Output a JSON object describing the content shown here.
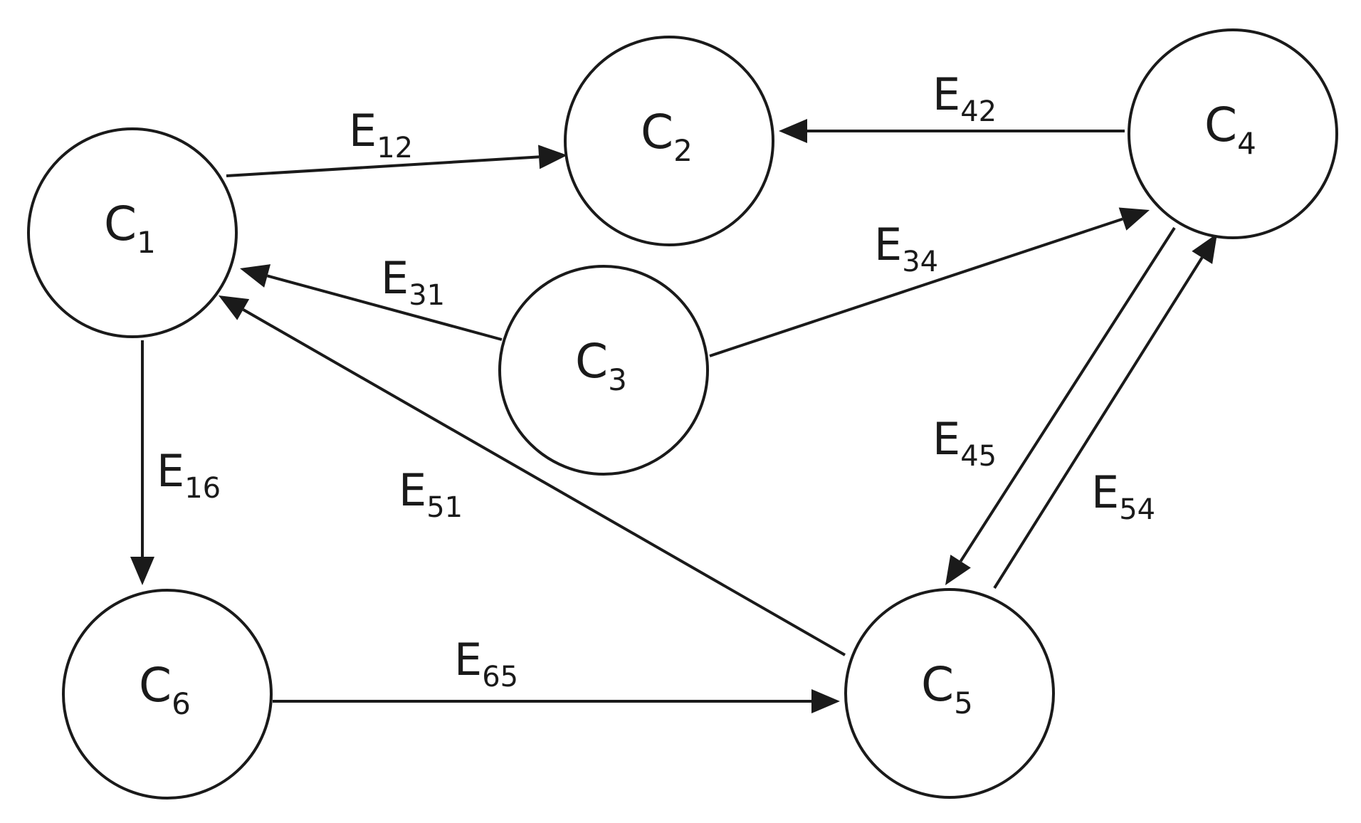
{
  "diagram": {
    "nodes": [
      {
        "id": "C1",
        "letter": "C",
        "sub": "1"
      },
      {
        "id": "C2",
        "letter": "C",
        "sub": "2"
      },
      {
        "id": "C3",
        "letter": "C",
        "sub": "3"
      },
      {
        "id": "C4",
        "letter": "C",
        "sub": "4"
      },
      {
        "id": "C5",
        "letter": "C",
        "sub": "5"
      },
      {
        "id": "C6",
        "letter": "C",
        "sub": "6"
      }
    ],
    "edges": [
      {
        "id": "E12",
        "from": "C1",
        "to": "C2",
        "letter": "E",
        "sub": "12"
      },
      {
        "id": "E42",
        "from": "C4",
        "to": "C2",
        "letter": "E",
        "sub": "42"
      },
      {
        "id": "E31",
        "from": "C3",
        "to": "C1",
        "letter": "E",
        "sub": "31"
      },
      {
        "id": "E34",
        "from": "C3",
        "to": "C4",
        "letter": "E",
        "sub": "34"
      },
      {
        "id": "E16",
        "from": "C1",
        "to": "C6",
        "letter": "E",
        "sub": "16"
      },
      {
        "id": "E51",
        "from": "C5",
        "to": "C1",
        "letter": "E",
        "sub": "51"
      },
      {
        "id": "E45",
        "from": "C4",
        "to": "C5",
        "letter": "E",
        "sub": "45"
      },
      {
        "id": "E54",
        "from": "C5",
        "to": "C4",
        "letter": "E",
        "sub": "54"
      },
      {
        "id": "E65",
        "from": "C6",
        "to": "C5",
        "letter": "E",
        "sub": "65"
      }
    ]
  }
}
